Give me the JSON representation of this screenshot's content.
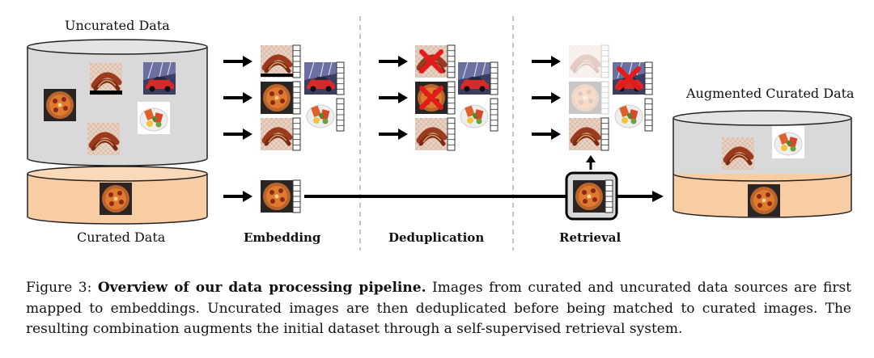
{
  "figure": {
    "labels": {
      "uncurated": "Uncurated Data",
      "curated": "Curated Data",
      "augmented": "Augmented Curated Data"
    },
    "stages": {
      "embedding": "Embedding",
      "deduplication": "Deduplication",
      "retrieval": "Retrieval"
    },
    "colors": {
      "uncurated_fill": "#d9d9d9",
      "curated_fill": "#f9cda3",
      "arrow": "#000000",
      "cross": "#e21b1b"
    },
    "icons": [
      "food-photo-icon",
      "car-photo-icon",
      "embedding-vector-icon",
      "red-cross-icon",
      "database-cylinder-icon"
    ]
  },
  "caption": {
    "prefix": "Figure 3: ",
    "title": "Overview of our data processing pipeline.",
    "body": " Images from curated and uncurated data sources are first mapped to embeddings. Uncurated images are then deduplicated before being matched to curated images. The resulting combination augments the initial dataset through a self-supervised retrieval system."
  }
}
